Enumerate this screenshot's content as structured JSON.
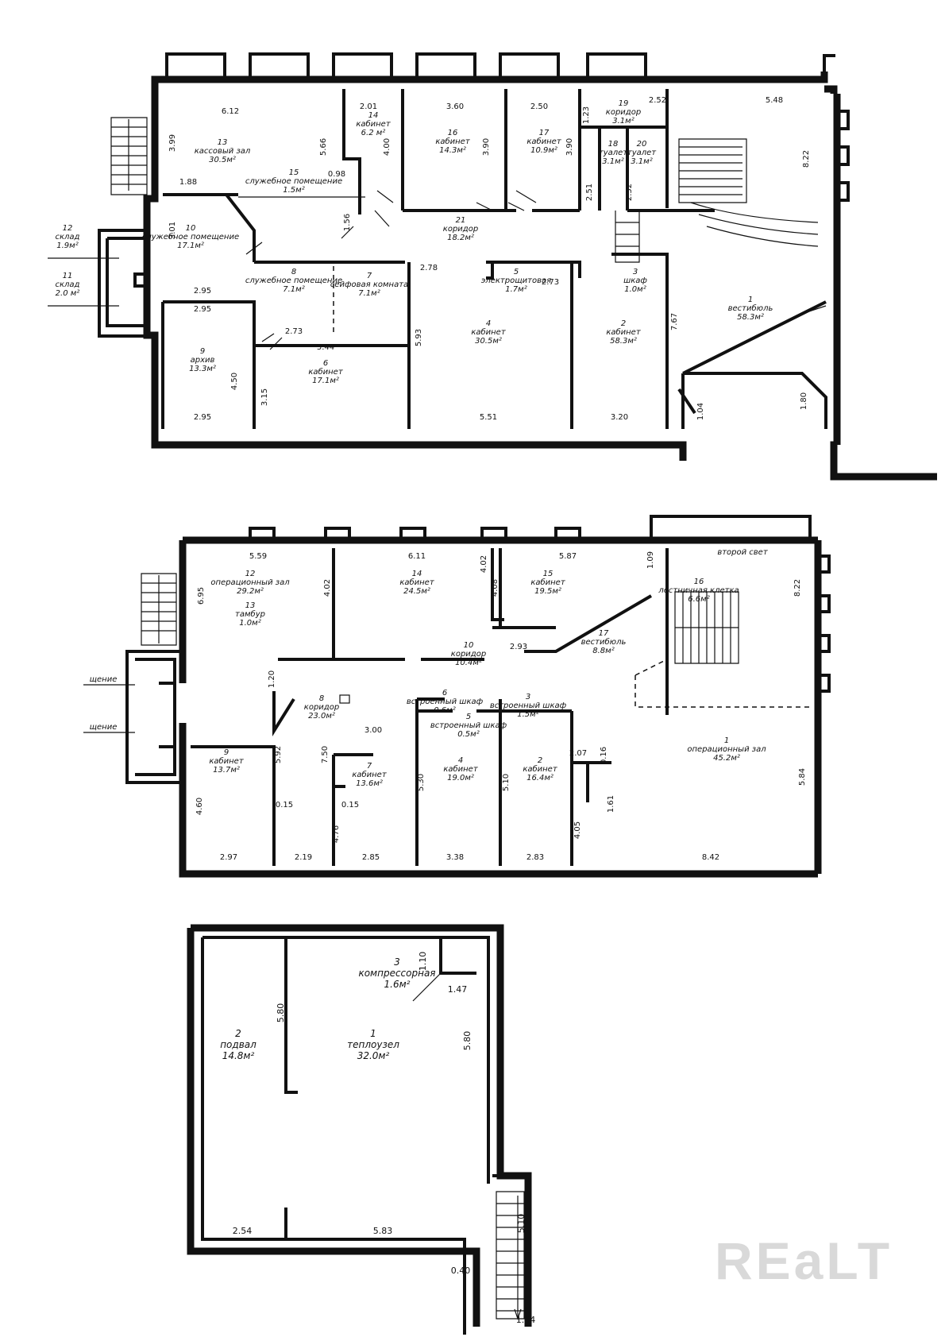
{
  "watermark": "REaLT",
  "plan1": {
    "rooms": [
      {
        "id": "p1-r13",
        "lines": [
          "13",
          "кассовый зал",
          "30.5м²"
        ]
      },
      {
        "id": "p1-r14",
        "lines": [
          "14",
          "кабинет",
          "6.2 м²"
        ]
      },
      {
        "id": "p1-r16",
        "lines": [
          "16",
          "кабинет",
          "14.3м²"
        ]
      },
      {
        "id": "p1-r17",
        "lines": [
          "17",
          "кабинет",
          "10.9м²"
        ]
      },
      {
        "id": "p1-r19",
        "lines": [
          "19",
          "коридор",
          "3.1м²"
        ]
      },
      {
        "id": "p1-r18",
        "lines": [
          "18",
          "туалет",
          "3.1м²"
        ]
      },
      {
        "id": "p1-r20",
        "lines": [
          "20",
          "туалет",
          "3.1м²"
        ]
      },
      {
        "id": "p1-r15",
        "lines": [
          "15",
          "служебное помещение",
          "1.5м²"
        ]
      },
      {
        "id": "p1-r21",
        "lines": [
          "21",
          "коридор",
          "18.2м²"
        ]
      },
      {
        "id": "p1-r10",
        "lines": [
          "10",
          "служебное помещение",
          "17.1м²"
        ]
      },
      {
        "id": "p1-r12",
        "lines": [
          "12",
          "склад",
          "1.9м²"
        ]
      },
      {
        "id": "p1-r11",
        "lines": [
          "11",
          "склад",
          "2.0 м²"
        ]
      },
      {
        "id": "p1-r8",
        "lines": [
          "8",
          "служебное помещение",
          "7.1м²"
        ]
      },
      {
        "id": "p1-r7",
        "lines": [
          "7",
          "сейфовая комната",
          "7.1м²"
        ]
      },
      {
        "id": "p1-r5",
        "lines": [
          "5",
          "электрощитовая",
          "1.7м²"
        ]
      },
      {
        "id": "p1-r3",
        "lines": [
          "3",
          "шкаф",
          "1.0м²"
        ]
      },
      {
        "id": "p1-r1",
        "lines": [
          "1",
          "вестибюль",
          "58.3м²"
        ]
      },
      {
        "id": "p1-r9",
        "lines": [
          "9",
          "архив",
          "13.3м²"
        ]
      },
      {
        "id": "p1-r6",
        "lines": [
          "6",
          "кабинет",
          "17.1м²"
        ]
      },
      {
        "id": "p1-r4",
        "lines": [
          "4",
          "кабинет",
          "30.5м²"
        ]
      },
      {
        "id": "p1-r2",
        "lines": [
          "2",
          "кабинет",
          "58.3м²"
        ]
      }
    ],
    "dims": [
      "6.12",
      "2.01",
      "3.60",
      "2.50",
      "1.23",
      "2.52",
      "5.48",
      "3.99",
      "5.66",
      "4.00",
      "3.90",
      "3.90",
      "8.22",
      "0.98",
      "1.88",
      "2.51",
      "2.52",
      "3.01",
      "1.56",
      "2.78",
      "2.73",
      "2.95",
      "2.95",
      "2.73",
      "5.44",
      "5.93",
      "7.67",
      "4.50",
      "3.15",
      "2.95",
      "5.51",
      "3.20",
      "1.04",
      "1.80"
    ]
  },
  "plan2": {
    "rooms": [
      {
        "id": "p2-r12",
        "lines": [
          "12",
          "операционный зал",
          "29.2м²"
        ]
      },
      {
        "id": "p2-r14",
        "lines": [
          "14",
          "кабинет",
          "24.5м²"
        ]
      },
      {
        "id": "p2-r15",
        "lines": [
          "15",
          "кабинет",
          "19.5м²"
        ]
      },
      {
        "id": "p2-r16",
        "lines": [
          "16",
          "лестничная клетка",
          "6.6м²"
        ]
      },
      {
        "id": "p2-r13",
        "lines": [
          "13",
          "тамбур",
          "1.0м²"
        ]
      },
      {
        "id": "p2-r10",
        "lines": [
          "10",
          "коридор",
          "10.4м²"
        ]
      },
      {
        "id": "p2-r17",
        "lines": [
          "17",
          "вестибюль",
          "8.8м²"
        ]
      },
      {
        "id": "p2-r8",
        "lines": [
          "8",
          "коридор",
          "23.0м²"
        ]
      },
      {
        "id": "p2-r6",
        "lines": [
          "6",
          "встроенный шкаф",
          "0.6м²"
        ]
      },
      {
        "id": "p2-r5",
        "lines": [
          "5",
          "встроенный шкаф",
          "0.5м²"
        ]
      },
      {
        "id": "p2-r3",
        "lines": [
          "3",
          "встроенный шкаф",
          "1.5м²"
        ]
      },
      {
        "id": "p2-r9",
        "lines": [
          "9",
          "кабинет",
          "13.7м²"
        ]
      },
      {
        "id": "p2-r7",
        "lines": [
          "7",
          "кабинет",
          "13.6м²"
        ]
      },
      {
        "id": "p2-r4",
        "lines": [
          "4",
          "кабинет",
          "19.0м²"
        ]
      },
      {
        "id": "p2-r2",
        "lines": [
          "2",
          "кабинет",
          "16.4м²"
        ]
      },
      {
        "id": "p2-r1",
        "lines": [
          "1",
          "операционный зал",
          "45.2м²"
        ]
      }
    ],
    "second_light": "второй свет",
    "left_labels": [
      "щение",
      "щение"
    ],
    "dims": [
      "5.59",
      "6.11",
      "5.87",
      "1.09",
      "6.95",
      "4.02",
      "4.02",
      "4.08",
      "8.22",
      "2.93",
      "1.20",
      "3.00",
      "5.92",
      "7.50",
      "5.30",
      "5.10",
      "2.07",
      "0.16",
      "1.61",
      "5.84",
      "4.60",
      "0.15",
      "0.15",
      "4.76",
      "4.05",
      "2.97",
      "2.19",
      "2.85",
      "3.38",
      "2.83",
      "8.42"
    ]
  },
  "plan3": {
    "rooms": [
      {
        "id": "p3-r3",
        "lines": [
          "3",
          "компрессорная",
          "1.6м²"
        ]
      },
      {
        "id": "p3-r2",
        "lines": [
          "2",
          "подвал",
          "14.8м²"
        ]
      },
      {
        "id": "p3-r1",
        "lines": [
          "1",
          "теплоузел",
          "32.0м²"
        ]
      }
    ],
    "dims": [
      "1.10",
      "1.47",
      "5.80",
      "5.80",
      "5.10",
      "2.54",
      "5.83",
      "0.40",
      "1.44"
    ]
  }
}
